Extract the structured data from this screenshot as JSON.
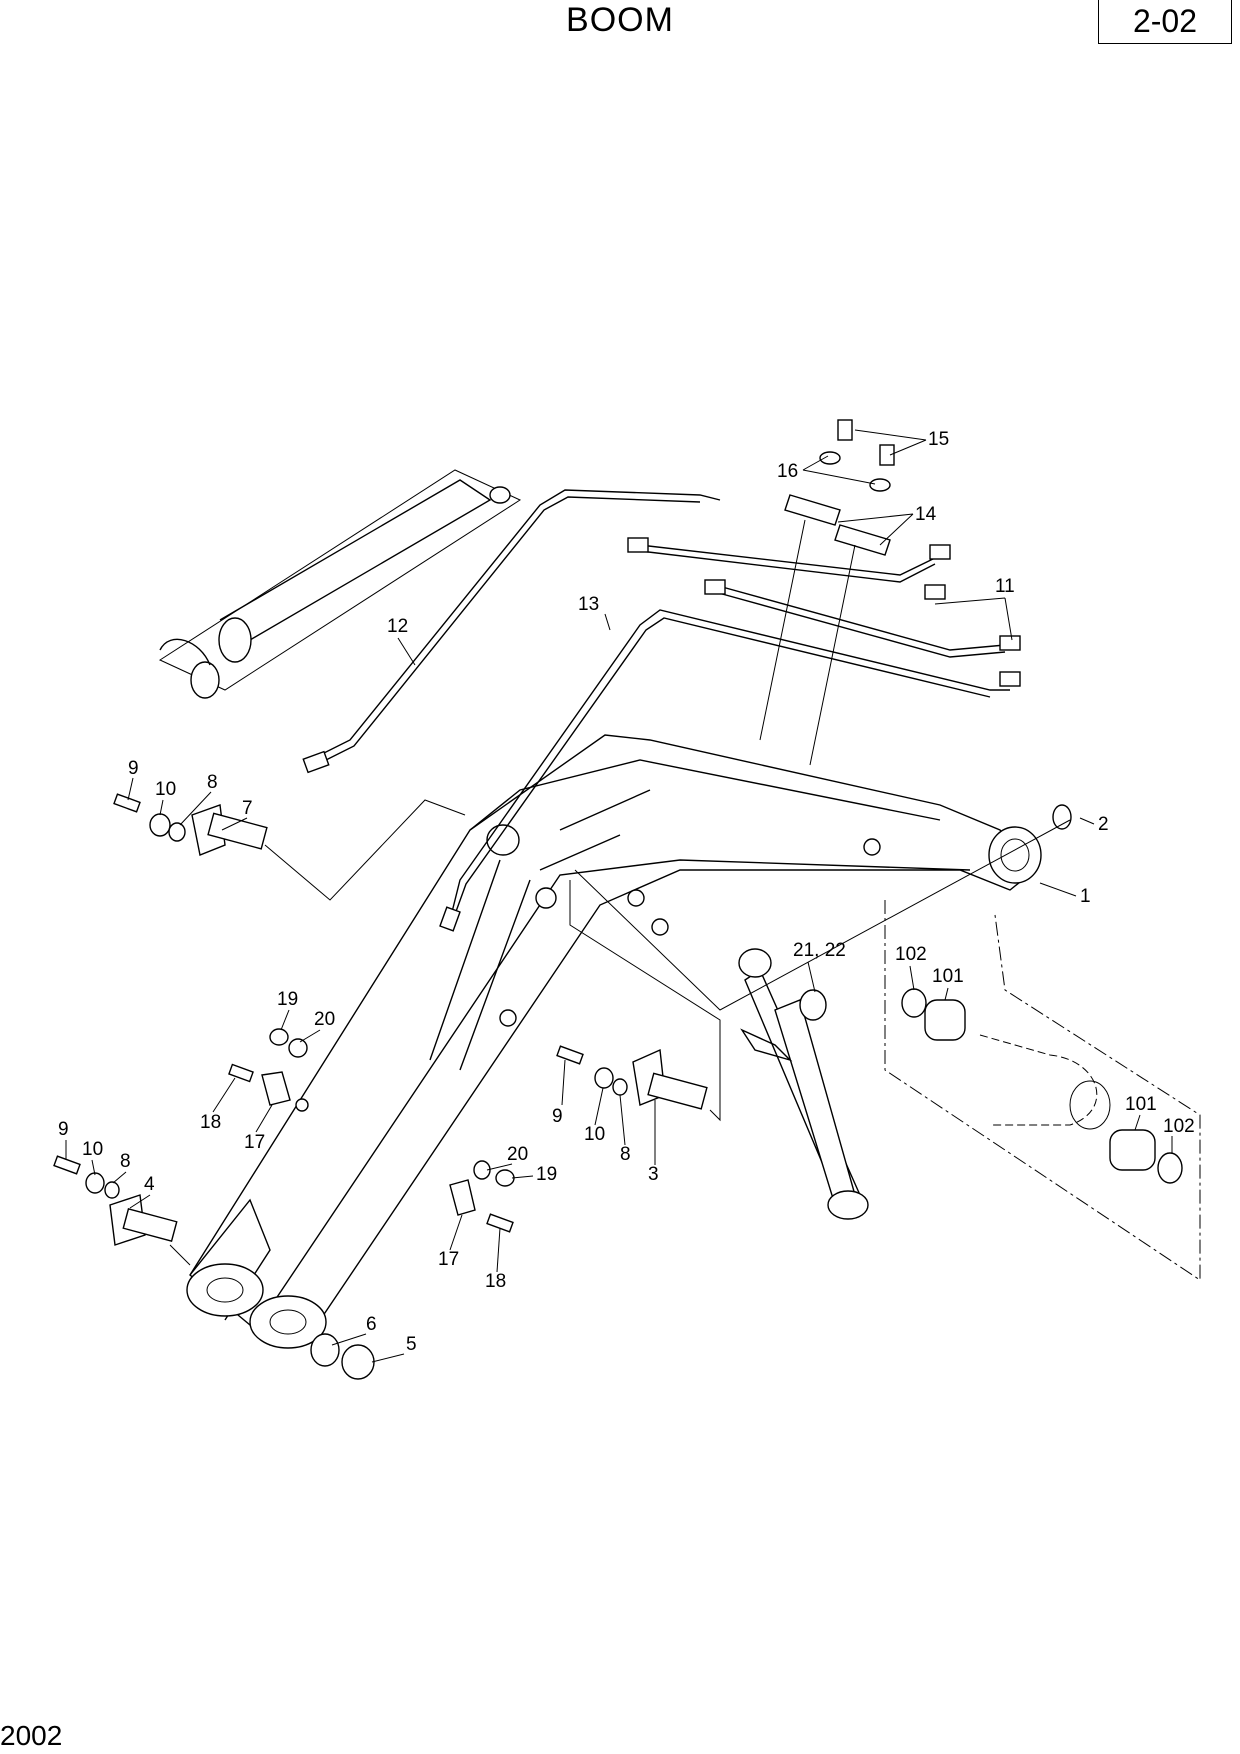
{
  "header": {
    "title": "BOOM",
    "page_number": "2-02"
  },
  "footer": {
    "code": "2002"
  },
  "callouts": [
    "15",
    "16",
    "14",
    "11",
    "13",
    "12",
    "9",
    "10",
    "8",
    "7",
    "2",
    "1",
    "21, 22",
    "102",
    "101",
    "19",
    "20",
    "18",
    "17",
    "9",
    "10",
    "8",
    "3",
    "9",
    "10",
    "8",
    "4",
    "20",
    "19",
    "17",
    "18",
    "101",
    "102",
    "6",
    "5"
  ]
}
